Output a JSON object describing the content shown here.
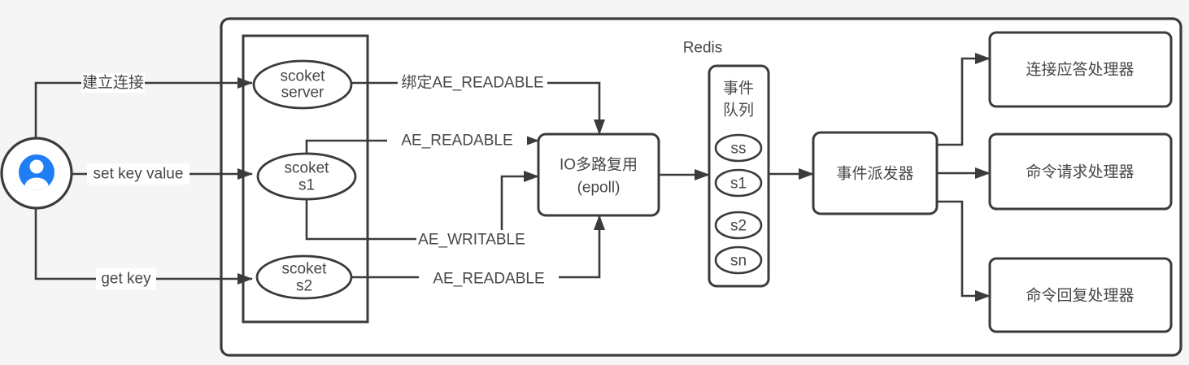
{
  "diagram": {
    "title_semantic": "redis-io-multiplexing-architecture",
    "user_flows": {
      "establish": {
        "label": "建立连接"
      },
      "set": {
        "label": "set key value"
      },
      "get": {
        "label": "get key"
      }
    },
    "sockets": {
      "server": {
        "line1": "scoket",
        "line2": "server"
      },
      "s1": {
        "line1": "scoket",
        "line2": "s1"
      },
      "s2": {
        "line1": "scoket",
        "line2": "s2"
      }
    },
    "event_labels": {
      "bind_readable": "绑定AE_READABLE",
      "readable_s1": "AE_READABLE",
      "writable_s1": "AE_WRITABLE",
      "readable_s2": "AE_READABLE"
    },
    "multiplexer": {
      "line1": "IO多路复用",
      "line2": "(epoll)"
    },
    "redis_label": "Redis",
    "event_queue": {
      "title_line1": "事件",
      "title_line2": "队列",
      "items": [
        "ss",
        "s1",
        "s2",
        "sn"
      ]
    },
    "dispatcher": {
      "label": "事件派发器"
    },
    "handlers": {
      "accept": {
        "label": "连接应答处理器"
      },
      "request": {
        "label": "命令请求处理器"
      },
      "reply": {
        "label": "命令回复处理器"
      }
    },
    "colors": {
      "line": "#3b3b3b",
      "text": "#474747",
      "avatar_blue": "#1f7ef5",
      "panel": "#ffffff",
      "page_background": "#f5f5f6"
    }
  }
}
